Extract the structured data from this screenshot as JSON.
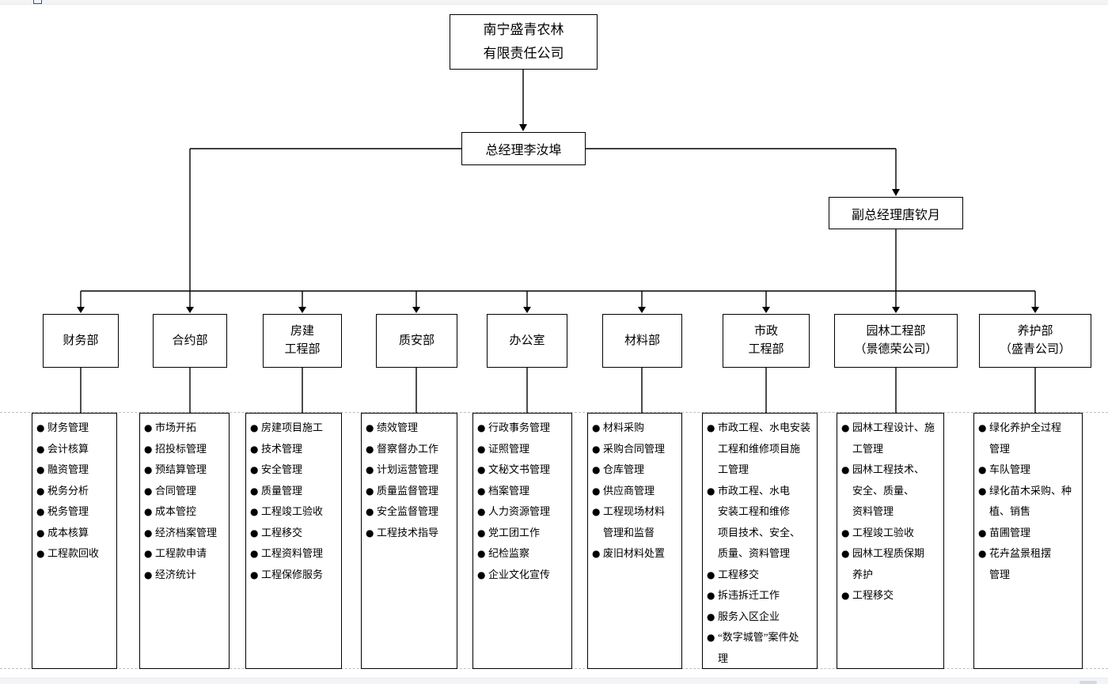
{
  "chrome": {
    "toolbar_icon": "button-outline-icon",
    "scrollbar_thumb_icon": "horizontal-scrollbar-thumb"
  },
  "chart": {
    "type": "org-chart",
    "bullet_char": "●",
    "root": {
      "name": "南宁盛青农林\n有限责任公司"
    },
    "general_manager": {
      "name": "总经理李汝埠"
    },
    "deputy_general_manager": {
      "name": "副总经理唐钦月"
    },
    "departments": [
      {
        "name": "财务部",
        "duties": [
          "财务管理",
          "会计核算",
          "融资管理",
          "税务分析",
          "税务管理",
          "成本核算",
          "工程款回收"
        ]
      },
      {
        "name": "合约部",
        "duties": [
          "市场开拓",
          "招投标管理",
          "预结算管理",
          "合同管理",
          "成本管控",
          "经济档案管理",
          "工程款申请",
          "经济统计"
        ]
      },
      {
        "name": "房建\n工程部",
        "duties": [
          "房建项目施工",
          "技术管理",
          "安全管理",
          "质量管理",
          "工程竣工验收",
          "工程移交",
          "工程资料管理",
          "工程保修服务"
        ]
      },
      {
        "name": "质安部",
        "duties": [
          "绩效管理",
          "督察督办工作",
          "计划运营管理",
          "质量监督管理",
          "安全监督管理",
          "工程技术指导"
        ]
      },
      {
        "name": "办公室",
        "duties": [
          "行政事务管理",
          "证照管理",
          "文秘文书管理",
          "档案管理",
          "人力资源管理",
          "党工团工作",
          "纪检监察",
          "企业文化宣传"
        ]
      },
      {
        "name": "材料部",
        "duties": [
          "材料采购",
          "采购合同管理",
          "仓库管理",
          "供应商管理",
          "工程现场材料\n管理和监督",
          "废旧材料处置"
        ]
      },
      {
        "name": "市政\n工程部",
        "duties": [
          "市政工程、水电安装\n工程和维修项目施\n工管理",
          "市政工程、水电\n安装工程和维修\n项目技术、安全、\n质量、资料管理",
          "工程移交",
          "拆违拆迁工作",
          "服务入区企业",
          "“数字城管”案件处\n理"
        ]
      },
      {
        "name": "园林工程部\n（景德荣公司）",
        "duties": [
          "园林工程设计、施\n工管理",
          "园林工程技术、\n安全、质量、\n资料管理",
          "工程竣工验收",
          "园林工程质保期\n养护",
          "工程移交"
        ]
      },
      {
        "name": "养护部\n（盛青公司）",
        "duties": [
          "绿化养护全过程\n管理",
          "车队管理",
          "绿化苗木采购、种\n植、销售",
          "苗圃管理",
          "花卉盆景租摆\n管理"
        ]
      }
    ]
  }
}
